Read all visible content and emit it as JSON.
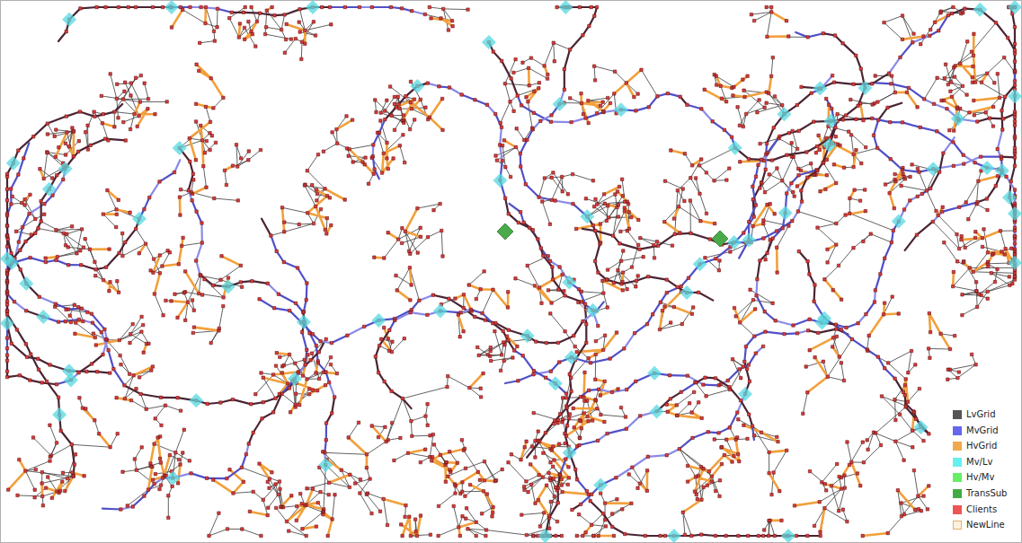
{
  "diagram": {
    "legend": [
      {
        "text": "LvGrid",
        "color": "#555555"
      },
      {
        "text": "MvGrid",
        "color": "#6666ee"
      },
      {
        "text": "HvGrid",
        "color": "#f2a84c"
      },
      {
        "text": "Mv/Lv",
        "color": "#66f0f0"
      },
      {
        "text": "Hv/Mv",
        "color": "#66ee66"
      },
      {
        "text": "TransSub",
        "color": "#44aa44"
      },
      {
        "text": "Clients",
        "color": "#ee5555"
      },
      {
        "text": "NewLine",
        "color": "#fff2dc"
      }
    ]
  }
}
